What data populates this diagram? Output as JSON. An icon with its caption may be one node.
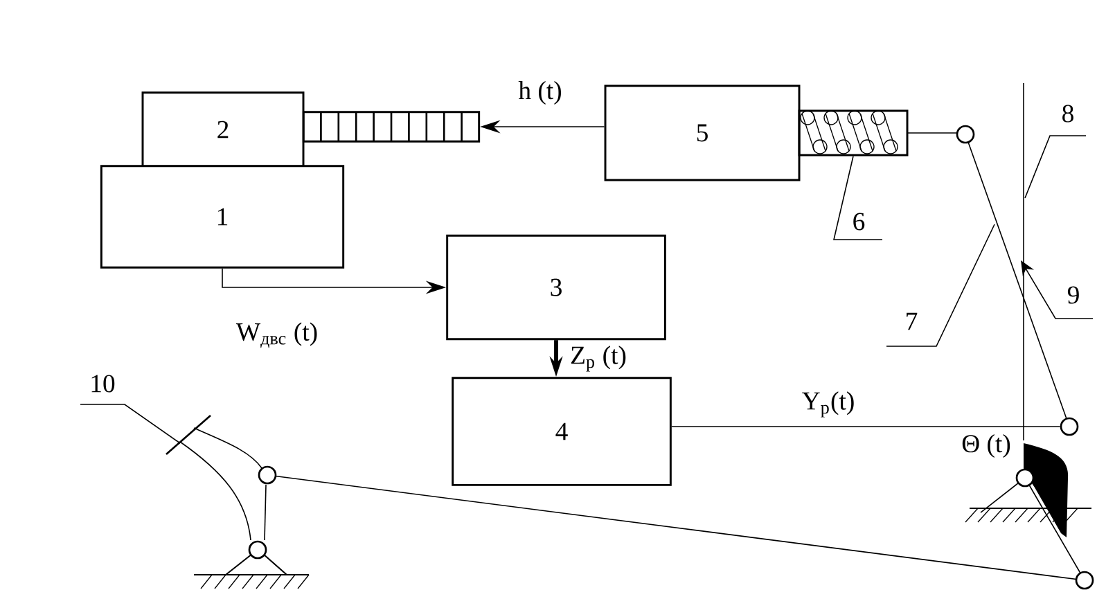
{
  "diagram": {
    "nodes": [
      {
        "text": [
          "2"
        ]
      },
      {
        "text": [
          "1"
        ]
      },
      {
        "text": [],
        "shape": "bar"
      },
      {
        "text": [
          "5"
        ]
      },
      {
        "text": [
          "3"
        ]
      },
      {
        "text": [
          "4"
        ]
      },
      {
        "text": [
          "6"
        ]
      },
      {
        "text": [
          "7"
        ]
      },
      {
        "text": [
          "8"
        ]
      },
      {
        "text": [
          "9"
        ]
      },
      {
        "text": [
          "10"
        ]
      },
      {
        "text": [],
        "shape": "spring"
      },
      {
        "text": [],
        "shape": "circle"
      }
    ],
    "edges": [
      {
        "from": 3,
        "to": 2,
        "arrow": "to",
        "label": "h (t)"
      },
      {
        "from": 1,
        "to": 4,
        "arrow": "to",
        "label": "W$_{двс}$ (t)"
      },
      {
        "from": 4,
        "to": 5,
        "arrow": "to",
        "style": "thick",
        "label": "Z$_{p}$ (t)"
      },
      {
        "from": 5,
        "to": 12,
        "arrow": "none",
        "label": "Y$_{p}$(t)"
      },
      {
        "from": 6,
        "to": 11,
        "arrow": "none"
      },
      {
        "from": 7,
        "to": null,
        "arrow": "none"
      },
      {
        "from": 8,
        "to": null,
        "arrow": "none"
      },
      {
        "from": 9,
        "to": null,
        "arrow": "to"
      },
      {
        "from": 10,
        "to": null,
        "arrow": "none"
      }
    ],
    "labels": [
      "Θ (t)"
    ]
  }
}
